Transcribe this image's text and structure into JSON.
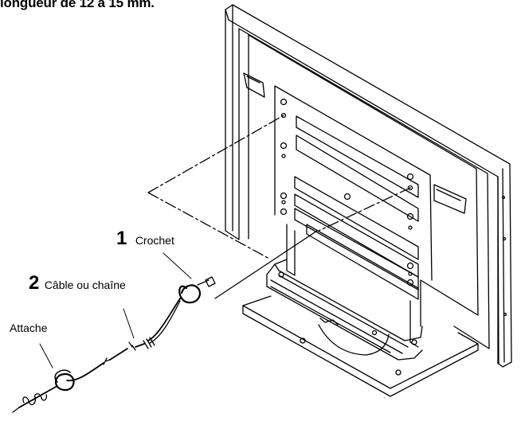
{
  "header": {
    "text": "longueur de 12 à 15 mm."
  },
  "callouts": [
    {
      "number": "1",
      "label": "Crochet"
    },
    {
      "number": "2",
      "label": "Câble ou chaîne"
    },
    {
      "number": "",
      "label": "Attache"
    }
  ],
  "colors": {
    "line": "#000000",
    "background": "#ffffff"
  }
}
